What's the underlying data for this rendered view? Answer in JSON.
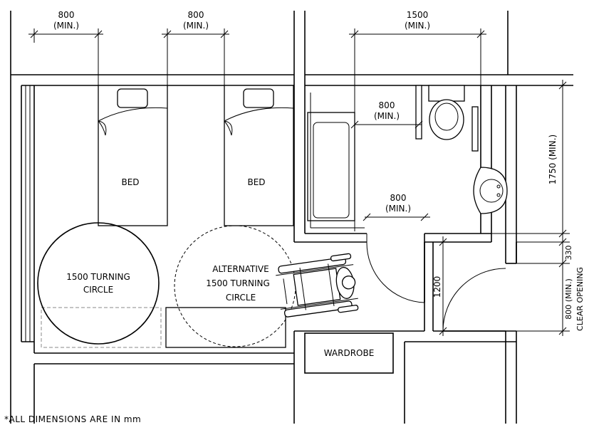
{
  "dimensions": {
    "bed1_clearance": {
      "value": "800",
      "note": "(MIN.)"
    },
    "bed2_clearance": {
      "value": "800",
      "note": "(MIN.)"
    },
    "bath_width": {
      "value": "1500",
      "note": "(MIN.)"
    },
    "toilet_side": {
      "value": "800",
      "note": "(MIN.)"
    },
    "bath_door": {
      "value": "800",
      "note": "(MIN.)"
    },
    "bath_depth": "1750 (MIN.)",
    "entry_offset": "330",
    "entry_opening_line1": "800 (MIN.)",
    "entry_opening_line2": "CLEAR OPENING",
    "corridor": "1200"
  },
  "labels": {
    "bed1": "BED",
    "bed2": "BED",
    "turning_circle": [
      "1500 TURNING",
      "CIRCLE"
    ],
    "alt_turning_circle": [
      "ALTERNATIVE",
      "1500 TURNING",
      "CIRCLE"
    ],
    "wardrobe": "WARDROBE"
  },
  "footnote": "*ALL DIMENSIONS ARE IN mm"
}
